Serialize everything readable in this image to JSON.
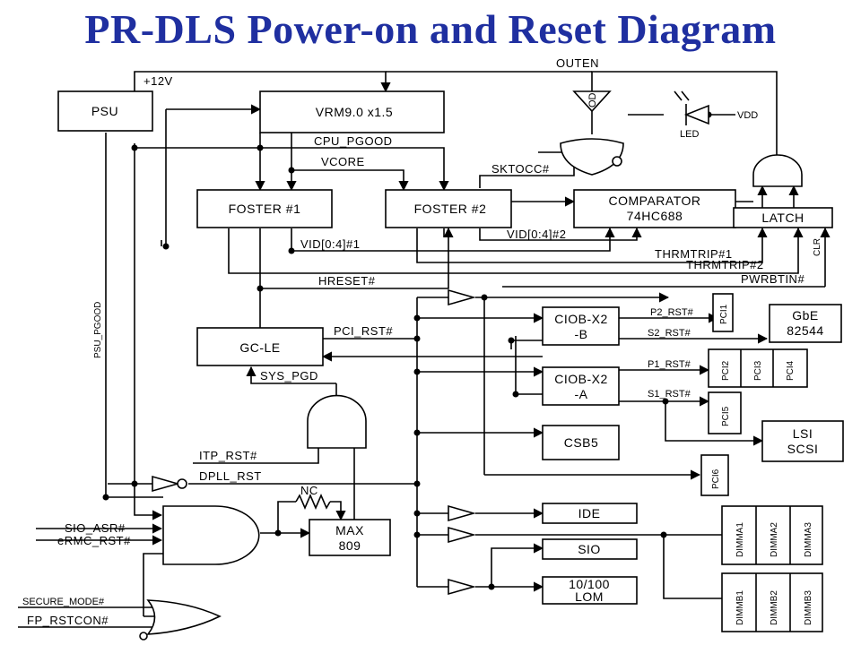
{
  "title": "PR-DLS Power-on and Reset Diagram",
  "blocks": {
    "psu": "PSU",
    "vrm": "VRM9.0 x1.5",
    "foster1": "FOSTER #1",
    "foster2": "FOSTER #2",
    "comparator_l1": "COMPARATOR",
    "comparator_l2": "74HC688",
    "latch": "LATCH",
    "gcle": "GC-LE",
    "ciobb_l1": "CIOB-X2",
    "ciobb_l2": "-B",
    "cioba_l1": "CIOB-X2",
    "cioba_l2": "-A",
    "csb5": "CSB5",
    "ide": "IDE",
    "sio": "SIO",
    "lom_l1": "10/100",
    "lom_l2": "LOM",
    "max_l1": "MAX",
    "max_l2": "809",
    "gbe_l1": "GbE",
    "gbe_l2": "82544",
    "lsi_l1": "LSI",
    "lsi_l2": "SCSI"
  },
  "slots": {
    "pci1": "PCI1",
    "pci2": "PCI2",
    "pci3": "PCI3",
    "pci4": "PCI4",
    "pci5": "PCI5",
    "pci6": "PCI6",
    "dimma1": "DIMMA1",
    "dimma2": "DIMMA2",
    "dimma3": "DIMMA3",
    "dimmb1": "DIMMB1",
    "dimmb2": "DIMMB2",
    "dimmb3": "DIMMB3"
  },
  "signals": {
    "p12v": "+12V",
    "outen": "OUTEN",
    "od": "OD",
    "vdd": "VDD",
    "led": "LED",
    "cpu_pgood": "CPU_PGOOD",
    "vcore": "VCORE",
    "sktocc": "SKTOCC#",
    "vid1": "VID[0:4]#1",
    "vid2": "VID[0:4]#2",
    "thrmtrip1": "THRMTRIP#1",
    "thrmtrip2": "THRMTRIP#2",
    "clr": "CLR",
    "hreset": "HRESET#",
    "pwrbtin": "PWRBTIN#",
    "psu_pgood": "PSU_PGOOD",
    "pci_rst": "PCI_RST#",
    "p2_rst": "P2_RST#",
    "s2_rst": "S2_RST#",
    "p1_rst": "P1_RST#",
    "s1_rst": "S1_RST#",
    "sys_pgd": "SYS_PGD",
    "itp_rst": "ITP_RST#",
    "dpll_rst": "DPLL_RST",
    "nc": "NC",
    "sio_asr": "SIO_ASR#",
    "ermc_rst": "eRMC_RST#",
    "secure_mode": "SECURE_MODE#",
    "fp_rstcon": "FP_RSTCON#"
  }
}
